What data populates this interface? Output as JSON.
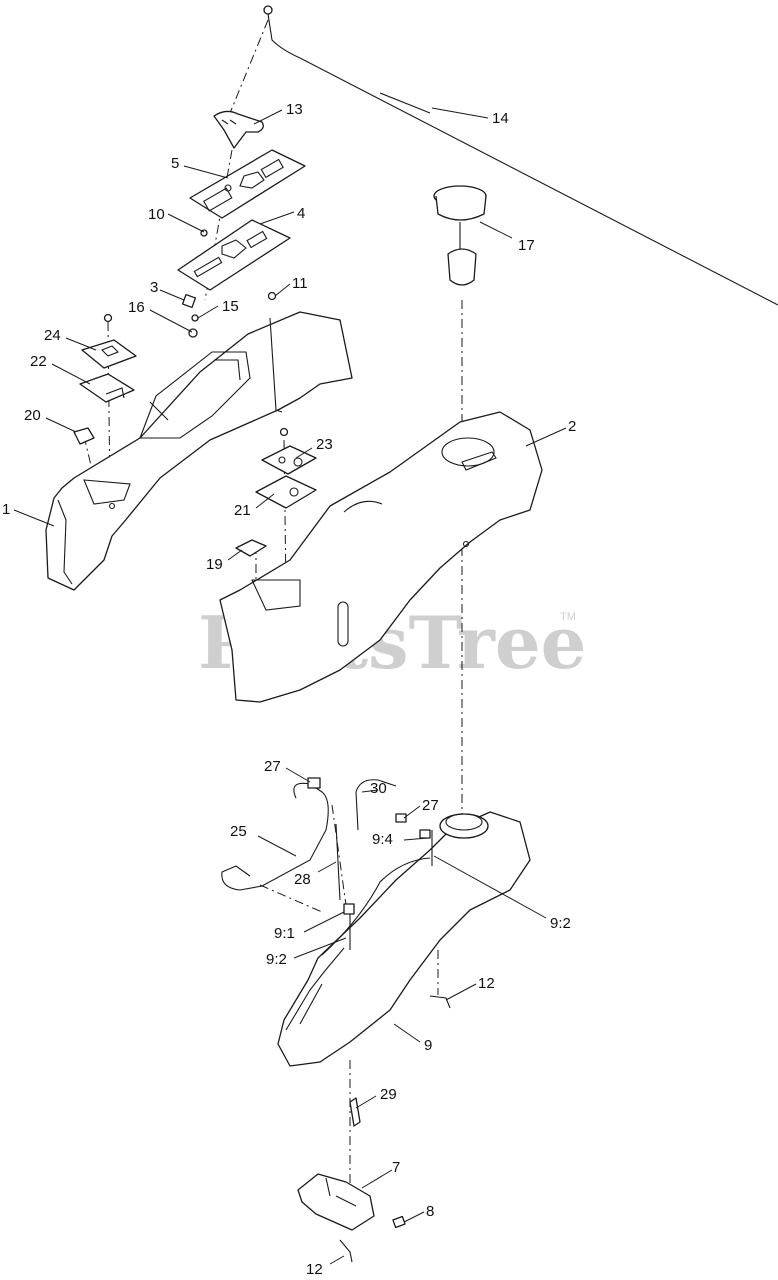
{
  "watermark": {
    "text": "PartsTree",
    "trademark": "TM"
  },
  "callouts": {
    "c1": "1",
    "c2": "2",
    "c3": "3",
    "c4": "4",
    "c5": "5",
    "c7": "7",
    "c8": "8",
    "c9": "9",
    "c9_1": "9:1",
    "c9_2a": "9:2",
    "c9_2b": "9:2",
    "c9_4": "9:4",
    "c10": "10",
    "c11": "11",
    "c12a": "12",
    "c12b": "12",
    "c13": "13",
    "c14": "14",
    "c15": "15",
    "c16": "16",
    "c17": "17",
    "c19": "19",
    "c20": "20",
    "c21": "21",
    "c22": "22",
    "c23": "23",
    "c24": "24",
    "c25": "25",
    "c27a": "27",
    "c27b": "27",
    "c28": "28",
    "c29": "29",
    "c30": "30"
  }
}
